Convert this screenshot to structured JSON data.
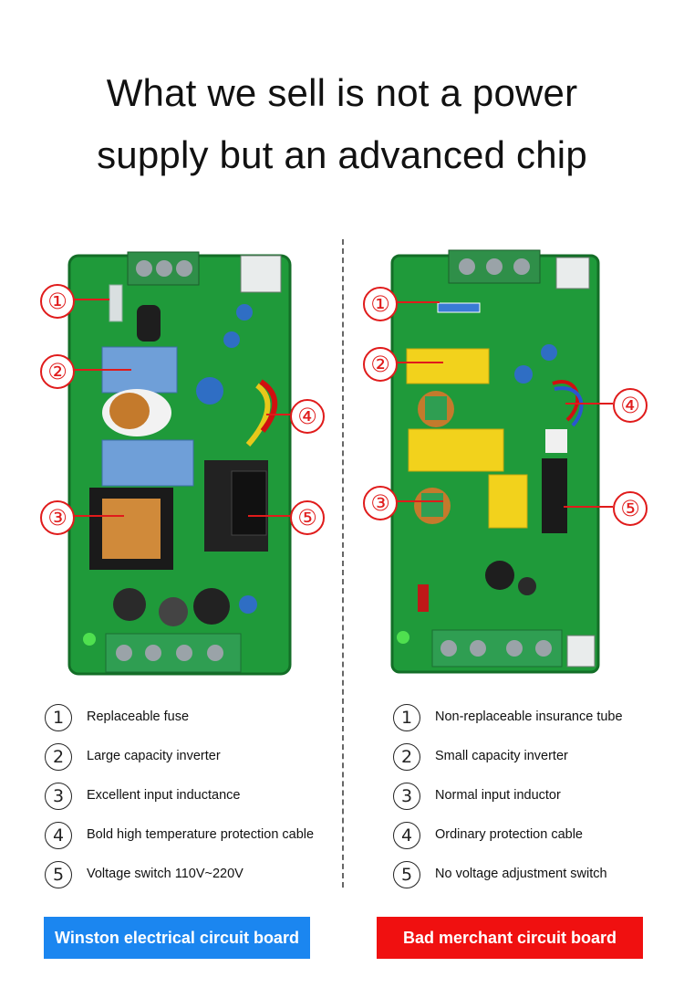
{
  "headline": {
    "line1": "What we sell is not a power",
    "line2": "supply but an advanced chip"
  },
  "callout_numbers": [
    "①",
    "②",
    "③",
    "④",
    "⑤"
  ],
  "left": {
    "badge": "Winston electrical circuit board",
    "features": [
      {
        "num": "1",
        "text": "Replaceable fuse"
      },
      {
        "num": "2",
        "text": "Large capacity inverter"
      },
      {
        "num": "3",
        "text": "Excellent input inductance"
      },
      {
        "num": "4",
        "text": "Bold high temperature protection cable"
      },
      {
        "num": "5",
        "text": "Voltage switch 110V~220V"
      }
    ]
  },
  "right": {
    "badge": "Bad merchant circuit board",
    "features": [
      {
        "num": "1",
        "text": "Non-replaceable insurance tube"
      },
      {
        "num": "2",
        "text": "Small capacity inverter"
      },
      {
        "num": "3",
        "text": "Normal input inductor"
      },
      {
        "num": "4",
        "text": "Ordinary protection cable"
      },
      {
        "num": "5",
        "text": "No voltage adjustment switch"
      }
    ]
  },
  "colors": {
    "accent_red": "#e01b1b",
    "left_badge": "#1b86f0",
    "right_badge": "#f01010",
    "pcb_green": "#1f9a3a"
  }
}
